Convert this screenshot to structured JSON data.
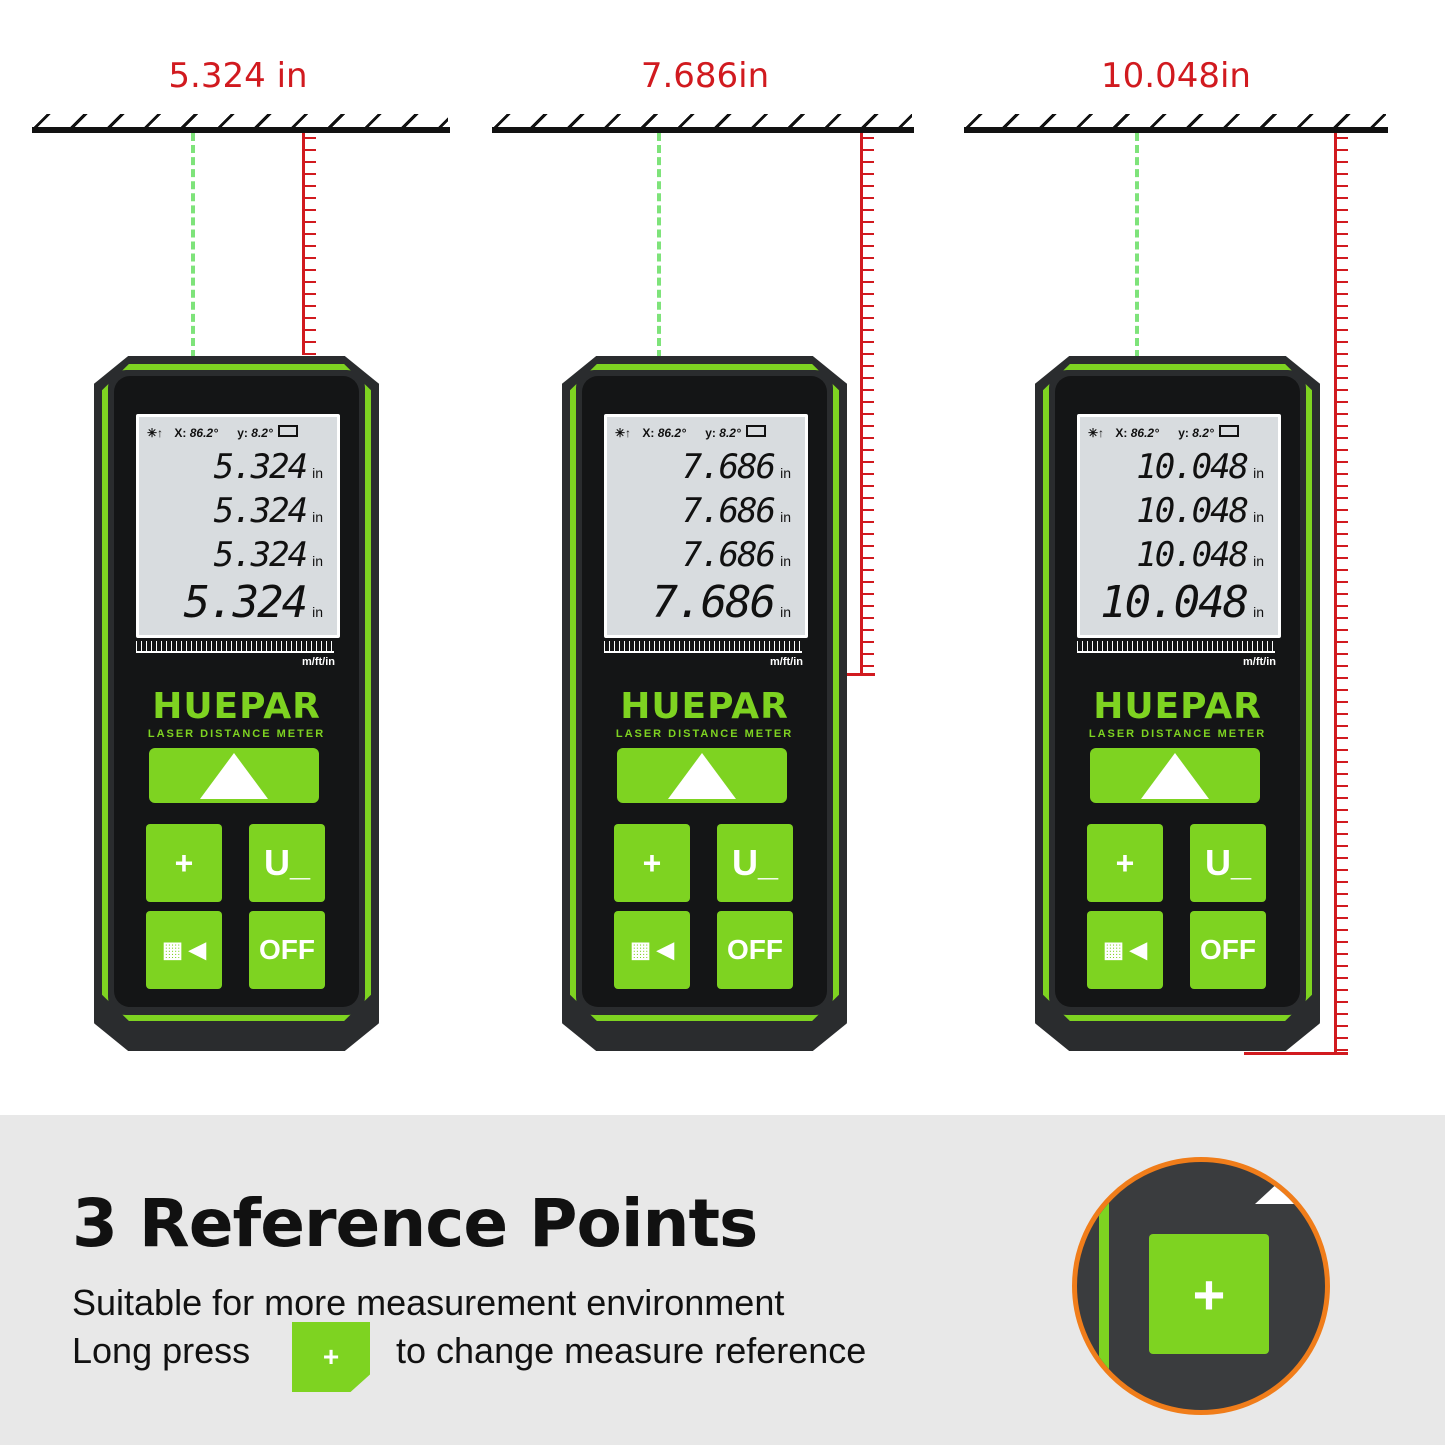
{
  "measurements": [
    {
      "label": "5.324 in",
      "readings": [
        "5.324",
        "5.324",
        "5.324",
        "5.324"
      ]
    },
    {
      "label": "7.686in",
      "readings": [
        "7.686",
        "7.686",
        "7.686",
        "7.686"
      ]
    },
    {
      "label": "10.048in",
      "readings": [
        "10.048",
        "10.048",
        "10.048",
        "10.048"
      ]
    }
  ],
  "lcd": {
    "x_label": "X:",
    "x_value": "86.2°",
    "y_label": "y:",
    "y_value": "8.2°",
    "unit": "in",
    "scale_label": "m/ft/in"
  },
  "device": {
    "brand": "HUEPAR",
    "subtitle": "LASER DISTANCE METER",
    "buttons": {
      "laser": "laser",
      "reference": "+",
      "unit": "U_",
      "mode": "▦ ◀",
      "off": "OFF"
    }
  },
  "colors": {
    "accent_green": "#7ed321",
    "measure_red": "#d11a1f",
    "highlight_orange": "#f07d1a"
  },
  "feature": {
    "title": "3 Reference Points",
    "line1": "Suitable for more measurement environment",
    "line2_prefix": "Long press",
    "line2_suffix": "to change measure reference",
    "inline_button": "+"
  }
}
